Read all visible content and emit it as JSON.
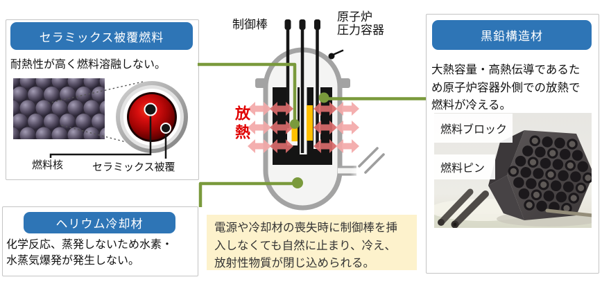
{
  "cards": {
    "ceramic_fuel": {
      "title": "セラミックス被覆燃料",
      "description": "耐熱性が高く燃料溶融しない。",
      "labels": {
        "fuel_kernel": "燃料核",
        "ceramic_coating": "セラミックス被覆"
      }
    },
    "helium_coolant": {
      "title": "ヘリウム冷却材",
      "description_line1": "化学反応、蒸発しないため水素・",
      "description_line2": "水蒸気爆発が発生しない。"
    },
    "graphite": {
      "title": "黒鉛構造材",
      "description_line1": "大熱容量・高熱伝導であるた",
      "description_line2": "め原子炉容器外側での放熱で",
      "description_line3": "燃料が冷える。",
      "labels": {
        "fuel_block": "燃料ブロック",
        "fuel_pin": "燃料ピン"
      }
    }
  },
  "diagram": {
    "control_rod_label": "制御棒",
    "pressure_vessel_label_line1": "原子炉",
    "pressure_vessel_label_line2": "圧力容器",
    "heat_release_label": "放熱"
  },
  "note": {
    "line1": "電源や冷却材の喪失時に制御棒を挿",
    "line2": "入しなくても自然に止まり、冷え、",
    "line3": "放射性物質が閉じ込められる。"
  },
  "colors": {
    "header_blue": "#2e75b6",
    "connector_green": "#7a9a3c",
    "heat_red": "#e00000",
    "fuel_yellow": "#ffc000",
    "note_bg": "#fdf2cc",
    "arrow_dark": "#d96b6b",
    "arrow_light": "#f4a9a9"
  }
}
